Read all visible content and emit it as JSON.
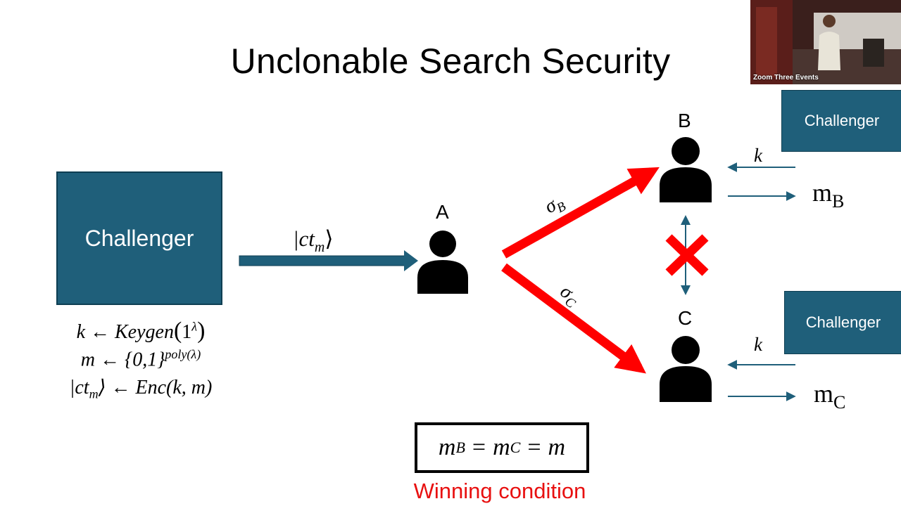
{
  "slide": {
    "title": "Unclonable Search Security"
  },
  "challengers": {
    "main": "Challenger",
    "b": "Challenger",
    "c": "Challenger"
  },
  "parties": {
    "a": "A",
    "b": "B",
    "c": "C"
  },
  "setup": {
    "line1_lhs": "k ← Keygen",
    "line1_arg": "1",
    "line1_sup": "λ",
    "line2_lhs": "m ← {0,1}",
    "line2_sup": "poly(λ)",
    "line3_lhs": "|ct",
    "line3_sub": "m",
    "line3_rhs": "⟩ ← Enc(k, m)"
  },
  "arrows": {
    "ciphertext_label": "|ct",
    "ciphertext_sub": "m",
    "ciphertext_close": "⟩",
    "sigma_b": "σ",
    "sigma_b_sub": "B",
    "sigma_c": "σ",
    "sigma_c_sub": "C",
    "key_b": "k",
    "key_c": "k",
    "out_b": "m",
    "out_b_sub": "B",
    "out_c": "m",
    "out_c_sub": "C"
  },
  "winning": {
    "equation_m1": "m",
    "equation_s1": "B",
    "equation_m2": "m",
    "equation_s2": "C",
    "equation_m3": "m",
    "eq": "=",
    "caption": "Winning condition"
  },
  "video": {
    "label": "Zoom Three Events"
  },
  "colors": {
    "challenger_fill": "#1f5f7a",
    "arrow_blue": "#1f5f7a",
    "arrow_red": "#ff0000",
    "cross_red": "#ff0000",
    "caption_red": "#e81010"
  },
  "icons": {
    "person": "person-silhouette-icon",
    "cross": "cross-icon"
  }
}
